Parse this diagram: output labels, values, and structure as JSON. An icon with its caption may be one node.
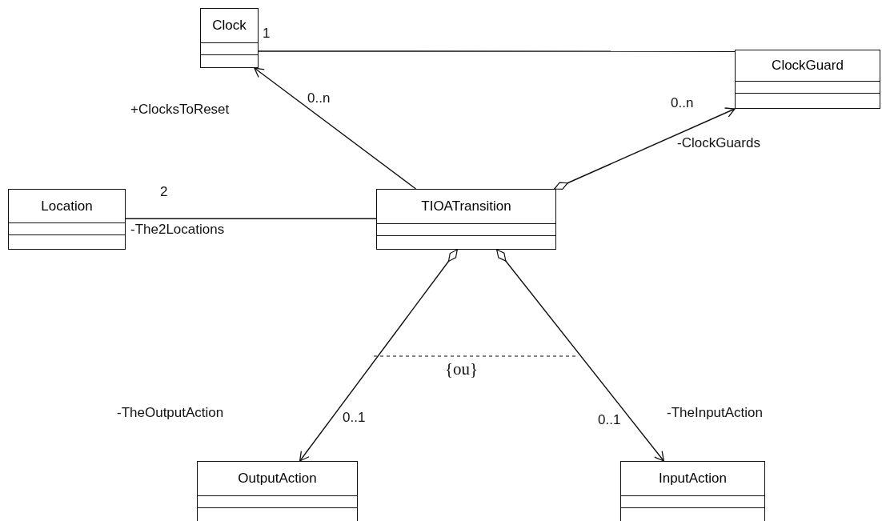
{
  "diagram": {
    "nodes": [
      {
        "text": [
          "Clock"
        ]
      },
      {
        "text": [
          "ClockGuard"
        ]
      },
      {
        "text": [
          "Location"
        ]
      },
      {
        "text": [
          "TIOATransition"
        ]
      },
      {
        "text": [
          "OutputAction"
        ]
      },
      {
        "text": [
          "InputAction"
        ]
      }
    ],
    "edges": [
      {
        "from": 0,
        "to": 1,
        "arrow": "other"
      },
      {
        "from": 3,
        "to": 0,
        "arrow": "to"
      },
      {
        "from": 3,
        "to": 1,
        "arrow": "to"
      },
      {
        "from": 2,
        "to": 3,
        "arrow": "none"
      },
      {
        "from": 3,
        "to": 4,
        "arrow": "to"
      },
      {
        "from": 3,
        "to": 5,
        "arrow": "to"
      }
    ],
    "labels": [
      "1",
      "0..n",
      "0..n",
      "+ClocksToReset",
      "-ClockGuards",
      "2",
      "-The2Locations",
      "{ou}",
      "-TheOutputAction",
      "0..1",
      "0..1",
      "-TheInputAction"
    ]
  }
}
